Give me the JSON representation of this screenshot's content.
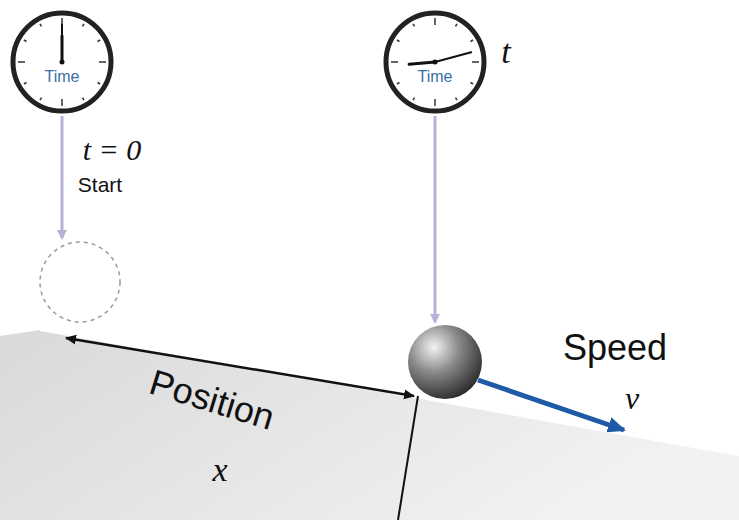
{
  "diagram": {
    "nodes": [
      {
        "text": [
          "Time"
        ]
      },
      {
        "text": [
          "Time"
        ]
      }
    ],
    "labels": [
      "t = 0",
      "Start",
      "t",
      "Position",
      "x",
      "Speed",
      "v"
    ]
  }
}
